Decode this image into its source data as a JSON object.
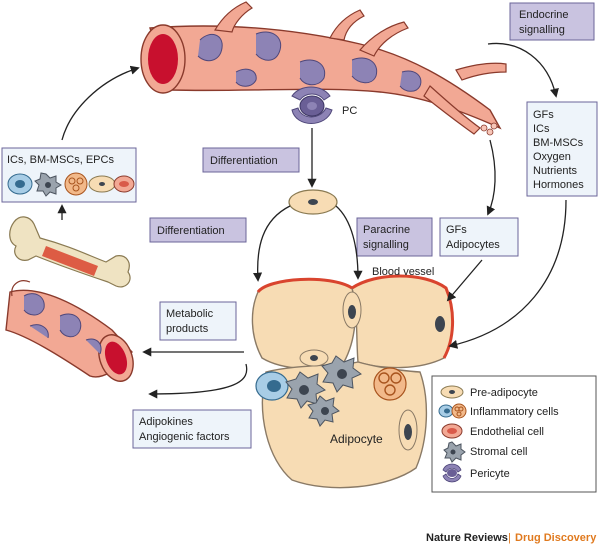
{
  "boxes": {
    "endocrine": [
      "Endocrine",
      "signalling"
    ],
    "systemic_factors": [
      "GFs",
      "ICs",
      "BM-MSCs",
      "Oxygen",
      "Nutrients",
      "Hormones"
    ],
    "recruited_cells": "ICs, BM-MSCs, EPCs",
    "differentiation_top": "Differentiation",
    "differentiation_left": "Differentiation",
    "paracrine": [
      "Paracrine",
      "signalling"
    ],
    "local_factors": [
      "GFs",
      "Adipocytes"
    ],
    "metabolic": [
      "Metabolic",
      "products"
    ],
    "adipokines": [
      "Adipokines",
      "Angiogenic factors"
    ]
  },
  "labels": {
    "pc": "PC",
    "blood_vessel": "Blood vessel",
    "adipocyte": "Adipocyte"
  },
  "legend": {
    "items": [
      {
        "key": "pre-adipocyte",
        "label": "Pre-adipocyte"
      },
      {
        "key": "inflammatory",
        "label": "Inflammatory cells"
      },
      {
        "key": "endothelial",
        "label": "Endothelial cell"
      },
      {
        "key": "stromal",
        "label": "Stromal cell"
      },
      {
        "key": "pericyte",
        "label": "Pericyte"
      }
    ]
  },
  "footer": {
    "journal": "Nature Reviews",
    "separator": "|",
    "section": "Drug Discovery"
  },
  "colors": {
    "box_fill": "#c9c3e0",
    "box_border": "#6b6599",
    "vessel": "#f2a894",
    "vessel_lumen": "#c8102e",
    "pericyte": "#8d83b5",
    "adipocyte": "#f7dcb4",
    "adipocyte_border": "#8a7a66",
    "bone": "#efe3c2",
    "accent_orange": "#e07a1f",
    "arrow": "#222222"
  }
}
